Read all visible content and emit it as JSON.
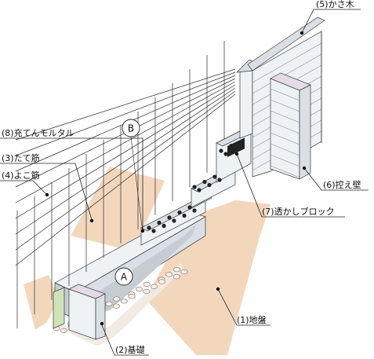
{
  "labels": {
    "kasagi": "(5)かさ木",
    "mortar": "(8)充てんモルタル",
    "tatekin": "(3)たて筋",
    "yokokin": "(4)よこ筋",
    "hikae": "(6)控え壁",
    "sukashi": "(7)透かしブロック",
    "jiban": "(1)地盤",
    "kiso": "(2)基礎"
  },
  "markers": {
    "a": "A",
    "b": "B"
  },
  "colors": {
    "ground": "#f3d7bd",
    "block": "#eef2f5",
    "block_side": "#d9dfe4",
    "block_dark": "#c3ccd3",
    "mortar": "#c6ccd2",
    "pier_cap": "#e4dbe8",
    "gravel": "#f1ebe3",
    "green": "#cfe2b8",
    "line": "#3a3a3a"
  }
}
